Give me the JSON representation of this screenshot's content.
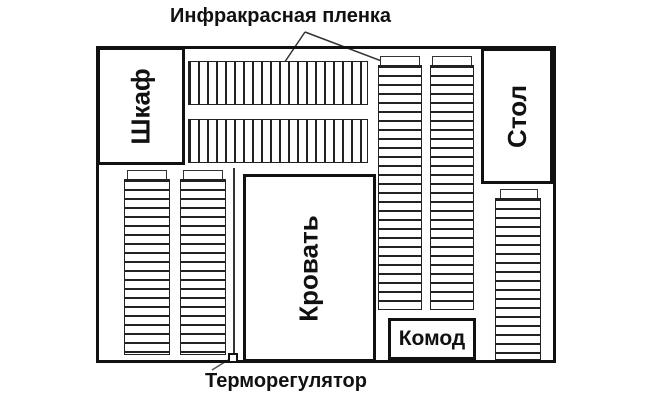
{
  "labels": {
    "infrared_film": "Инфракрасная пленка",
    "thermostat": "Терморегулятор"
  },
  "furniture": {
    "wardrobe": "Шкаф",
    "table": "Стол",
    "bed": "Кровать",
    "dresser": "Комод"
  },
  "colors": {
    "line": "#111111",
    "background": "#ffffff"
  }
}
